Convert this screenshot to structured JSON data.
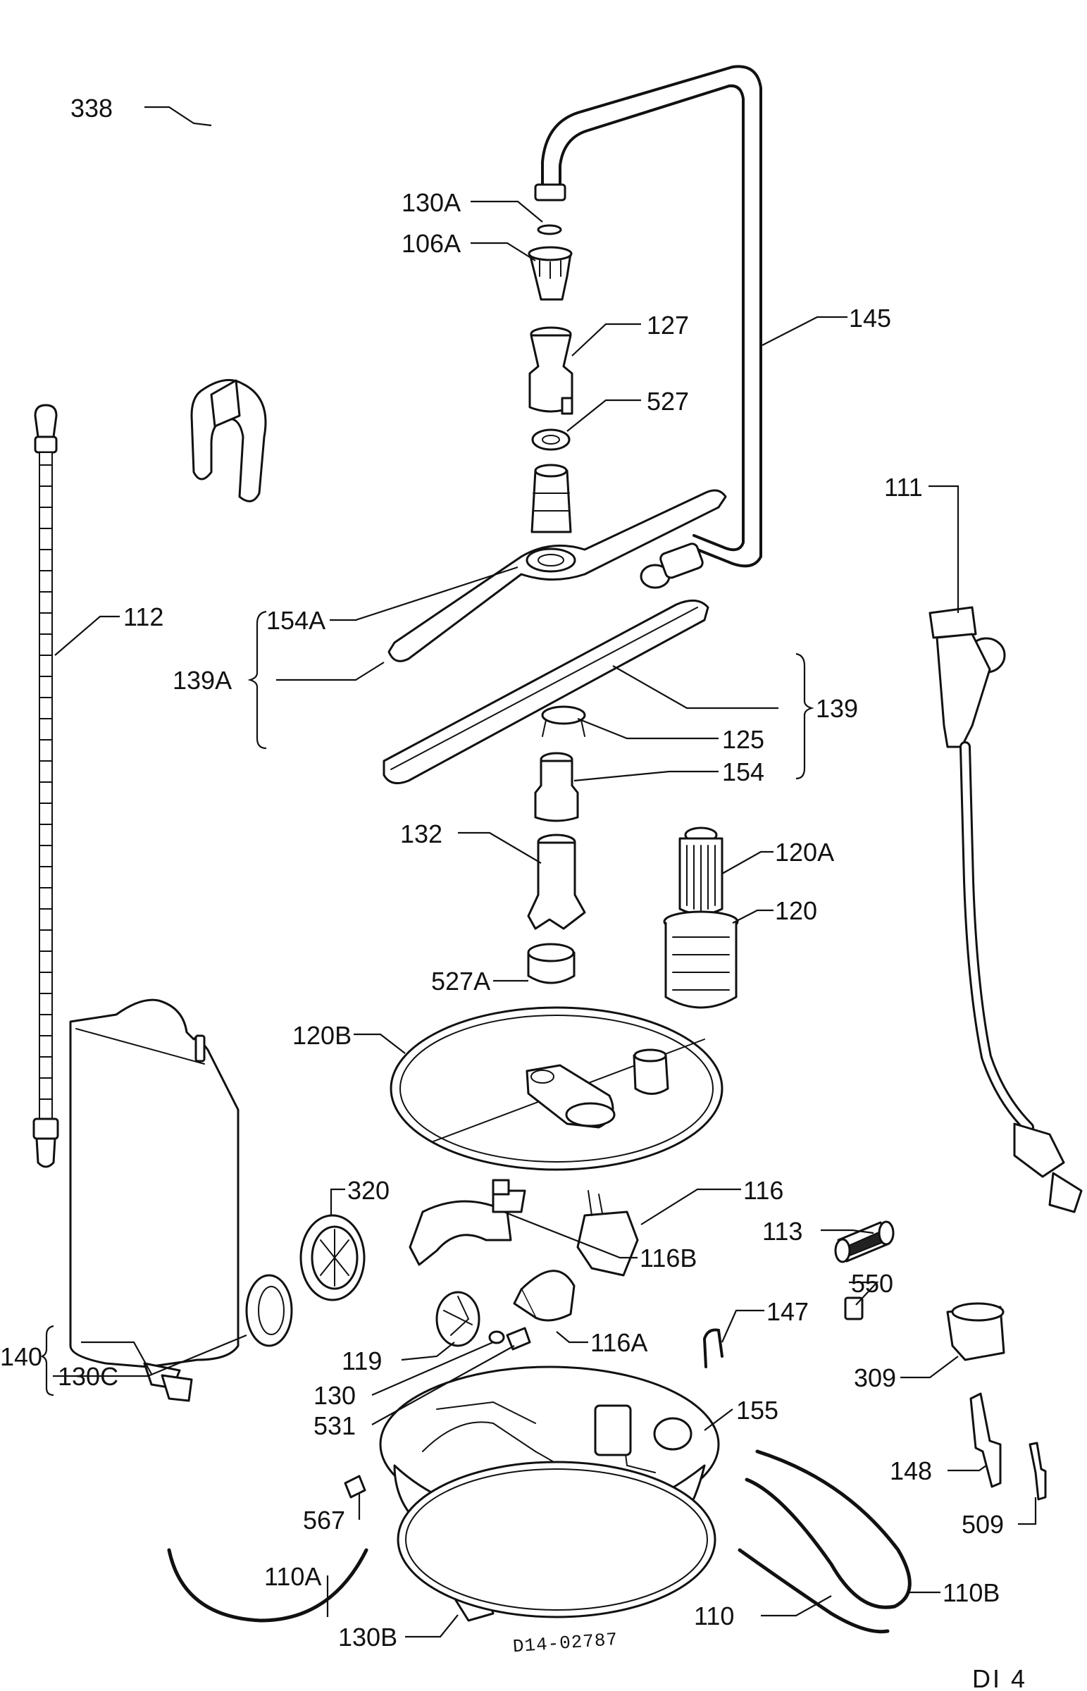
{
  "drawing": {
    "stamp_number": "D14-02787",
    "sheet_code": "DI 4"
  },
  "callouts": [
    "130A",
    "106A",
    "127",
    "145",
    "338",
    "527",
    "111",
    "112",
    "154A",
    "139A",
    "139",
    "125",
    "154",
    "132",
    "120A",
    "120",
    "527A",
    "120B",
    "320",
    "116",
    "113",
    "116B",
    "550",
    "147",
    "140",
    "130C",
    "119",
    "116A",
    "309",
    "130",
    "531",
    "155",
    "148",
    "567",
    "509",
    "110A",
    "110B",
    "110",
    "130B"
  ]
}
